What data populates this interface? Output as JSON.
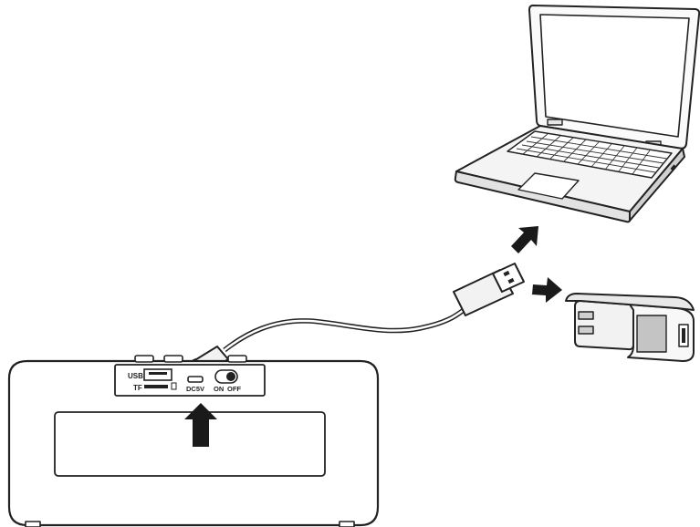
{
  "panel": {
    "usb_label": "USB",
    "tf_label": "TF",
    "dc_label": "DC5V",
    "on_label": "ON",
    "off_label": "OFF"
  },
  "icons": {
    "laptop": "laptop-icon",
    "wall_adapter": "wall-adapter-icon",
    "usb_cable": "usb-cable-icon",
    "speaker": "speaker-icon",
    "arrows": "arrow-icon"
  },
  "colors": {
    "stroke": "#222222",
    "fill_light": "#f2f2f2",
    "fill_mid": "#d6d6d6",
    "fill_dark": "#9a9a9a",
    "arrow": "#1a1a1a"
  }
}
